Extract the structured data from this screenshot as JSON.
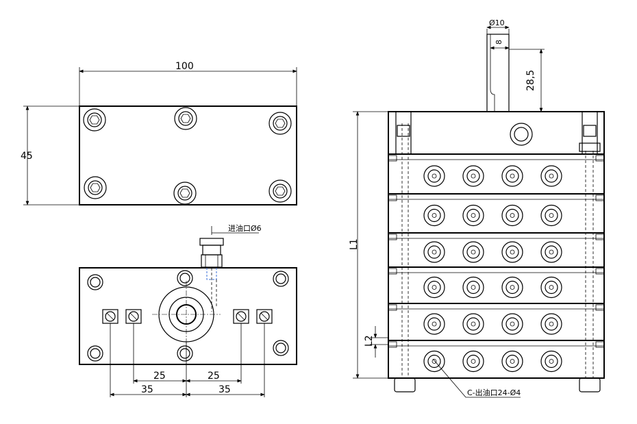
{
  "dims": {
    "width_top": "100",
    "height_top": "45",
    "inlet_label": "进油口Ø6",
    "d25_left": "25",
    "d25_right": "25",
    "d35_left": "35",
    "d35_right": "35",
    "shaft_dia": "Ø10",
    "shaft_flat": "8",
    "shaft_len": "28,5",
    "total_len": "L1",
    "section_len": "L2",
    "outlet_note": "C-出油口24-Ø4"
  },
  "colors": {
    "line": "#000000",
    "hidden_blue": "#3a6fd8",
    "background": "#ffffff"
  }
}
